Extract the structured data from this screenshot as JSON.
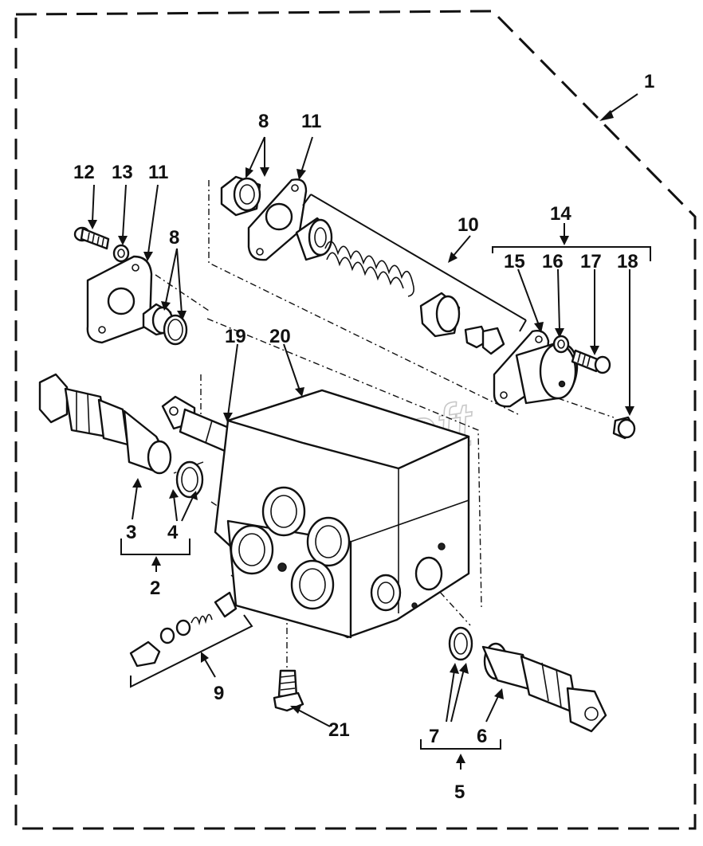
{
  "diagram": {
    "watermark": "AutoSoft",
    "callouts": {
      "c1": "1",
      "c2": "2",
      "c3": "3",
      "c4": "4",
      "c5": "5",
      "c6": "6",
      "c7": "7",
      "c8a": "8",
      "c8b": "8",
      "c9": "9",
      "c10": "10",
      "c11a": "11",
      "c11b": "11",
      "c12": "12",
      "c13": "13",
      "c14": "14",
      "c15": "15",
      "c16": "16",
      "c17": "17",
      "c18": "18",
      "c19": "19",
      "c20": "20",
      "c21": "21"
    }
  }
}
